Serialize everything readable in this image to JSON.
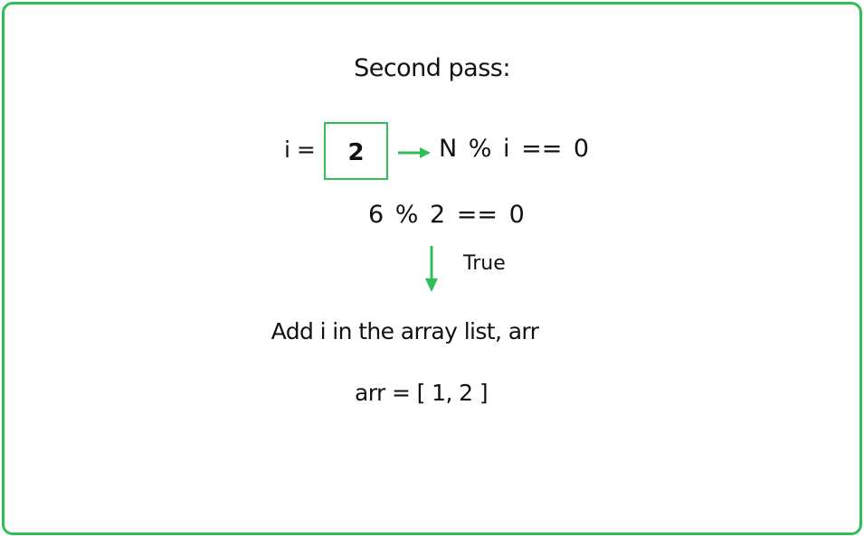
{
  "colors": {
    "accent": "#2fbf57",
    "text": "#111111",
    "background": "#ffffff"
  },
  "title": "Second pass:",
  "assignment": {
    "label": "i =",
    "value": "2"
  },
  "condition": "N % i == 0",
  "evaluation": "6 % 2 == 0",
  "result_label": "True",
  "action": "Add i in the array list, arr",
  "array_state": "arr = [ 1, 2 ]"
}
